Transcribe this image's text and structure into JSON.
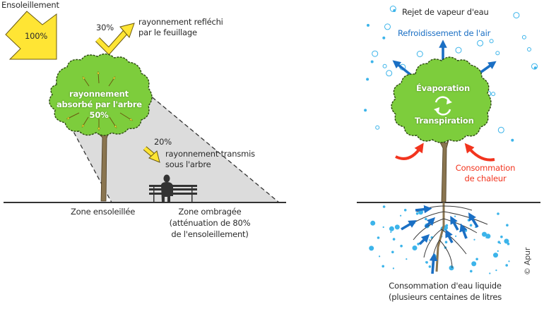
{
  "colors": {
    "foliage": "#7dcd3c",
    "foliage_dark": "#2d4a12",
    "trunk": "#8a7550",
    "sun_yellow": "#ffe534",
    "shade_gray": "#dcdcdc",
    "ground": "#333333",
    "water_blue": "#1a6fc4",
    "droplet_blue": "#3cb4ea",
    "heat_red": "#f2341e"
  },
  "left_panel": {
    "title": "Ensoleillement",
    "sun_arrow_value": "100%",
    "reflected": {
      "value": "30%",
      "label_line1": "rayonnement refléchi",
      "label_line2": "par le feuillage"
    },
    "absorbed": {
      "label_line1": "rayonnement",
      "label_line2": "absorbé par l'arbre",
      "value": "50%"
    },
    "transmitted": {
      "value": "20%",
      "label_line1": "rayonnement transmis",
      "label_line2": "sous l'arbre"
    },
    "zone_sun": "Zone ensoleillée",
    "zone_shade": {
      "line1": "Zone ombragée",
      "line2": "(atténuation de 80%",
      "line3": "de l'ensoleillement)"
    }
  },
  "right_panel": {
    "vapor_label": "Rejet de vapeur d'eau",
    "cooling_label": "Refroidissement de l'air",
    "evaporation_label": "Évaporation",
    "transpiration_label": "Transpiration",
    "cycle_icon": "recycle-arrows",
    "heat_label_line1": "Consommation",
    "heat_label_line2": "de chaleur",
    "water_label_line1": "Consommation d'eau liquide",
    "water_label_line2": "(plusieurs centaines de litres",
    "credit": "© Apur"
  }
}
